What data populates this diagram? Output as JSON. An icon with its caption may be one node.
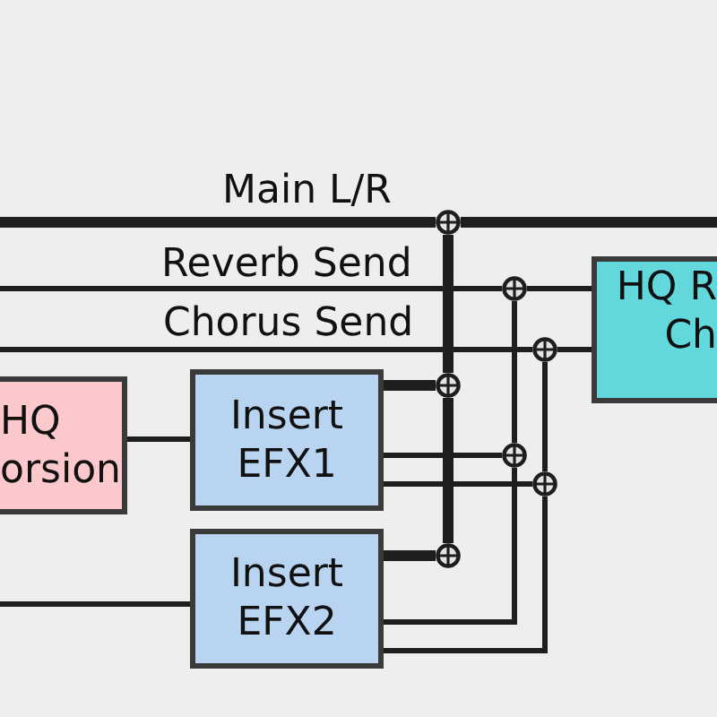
{
  "diagram": {
    "nodes": [
      {
        "text": [],
        "shape": "circle"
      },
      {
        "text": [
          "HQ R Ch"
        ]
      },
      {
        "text": [],
        "shape": "circle"
      },
      {
        "text": [],
        "shape": "circle"
      },
      {
        "text": [
          "HQ orsion"
        ]
      },
      {
        "text": [
          "Insert EFX1"
        ]
      },
      {
        "text": [],
        "shape": "circle"
      },
      {
        "text": [],
        "shape": "circle"
      },
      {
        "text": [],
        "shape": "circle"
      },
      {
        "text": [
          "Insert EFX2"
        ]
      },
      {
        "text": [],
        "shape": "circle"
      }
    ],
    "edges": [
      {
        "from": 4,
        "to": 5,
        "arrow": "none"
      },
      {
        "from": null,
        "to": 9,
        "arrow": "none"
      },
      {
        "from": null,
        "to": 0,
        "arrow": "none",
        "label": "Main L/R",
        "style": "thick"
      },
      {
        "from": 0,
        "to": null,
        "arrow": "none",
        "style": "thick"
      },
      {
        "from": null,
        "to": 2,
        "arrow": "none",
        "label": "Reverb Send"
      },
      {
        "from": 2,
        "to": 1,
        "arrow": "none"
      },
      {
        "from": null,
        "to": 3,
        "arrow": "none",
        "label": "Chorus Send"
      },
      {
        "from": 3,
        "to": 1,
        "arrow": "none"
      },
      {
        "from": 5,
        "to": 6,
        "arrow": "none",
        "style": "thick"
      },
      {
        "from": 5,
        "to": 7,
        "arrow": "none"
      },
      {
        "from": 5,
        "to": 8,
        "arrow": "none"
      },
      {
        "from": 6,
        "to": 0,
        "arrow": "none",
        "style": "thick"
      },
      {
        "from": 10,
        "to": 6,
        "arrow": "none",
        "style": "thick"
      },
      {
        "from": 7,
        "to": 2,
        "arrow": "none"
      },
      {
        "from": 9,
        "to": 7,
        "arrow": "none"
      },
      {
        "from": 8,
        "to": 3,
        "arrow": "none"
      },
      {
        "from": 9,
        "to": 8,
        "arrow": "none"
      },
      {
        "from": 9,
        "to": 10,
        "arrow": "none",
        "style": "thick"
      }
    ]
  }
}
